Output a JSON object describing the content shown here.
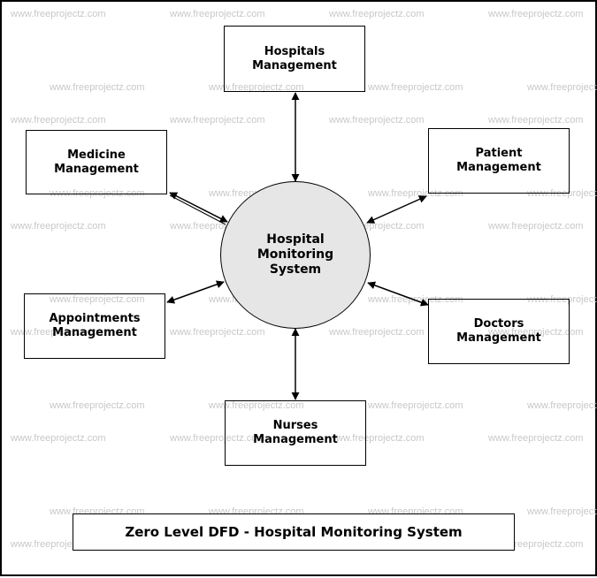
{
  "diagram": {
    "type": "Zero Level DFD",
    "center_process": "Hospital\nMonitoring\nSystem",
    "entities": [
      {
        "id": "hospitals",
        "label": "Hospitals\nManagement"
      },
      {
        "id": "medicine",
        "label": "Medicine\nManagement"
      },
      {
        "id": "patient",
        "label": "Patient\nManagement"
      },
      {
        "id": "appointments",
        "label": "Appointments\nManagement"
      },
      {
        "id": "doctors",
        "label": "Doctors\nManagement"
      },
      {
        "id": "nurses",
        "label": "Nurses\nManagement"
      }
    ],
    "flows": [
      {
        "from": "hospitals",
        "to": "center",
        "direction": "both"
      },
      {
        "from": "medicine",
        "to": "center",
        "direction": "both"
      },
      {
        "from": "patient",
        "to": "center",
        "direction": "both"
      },
      {
        "from": "appointments",
        "to": "center",
        "direction": "both"
      },
      {
        "from": "doctors",
        "to": "center",
        "direction": "both"
      },
      {
        "from": "nurses",
        "to": "center",
        "direction": "both"
      }
    ],
    "caption": "Zero Level DFD - Hospital Monitoring System"
  },
  "watermark": {
    "text": "www.freeprojectz.com",
    "color": "#c8c8c8"
  },
  "colors": {
    "process_fill": "#e6e6e6",
    "stroke": "#000000",
    "background": "#ffffff"
  }
}
